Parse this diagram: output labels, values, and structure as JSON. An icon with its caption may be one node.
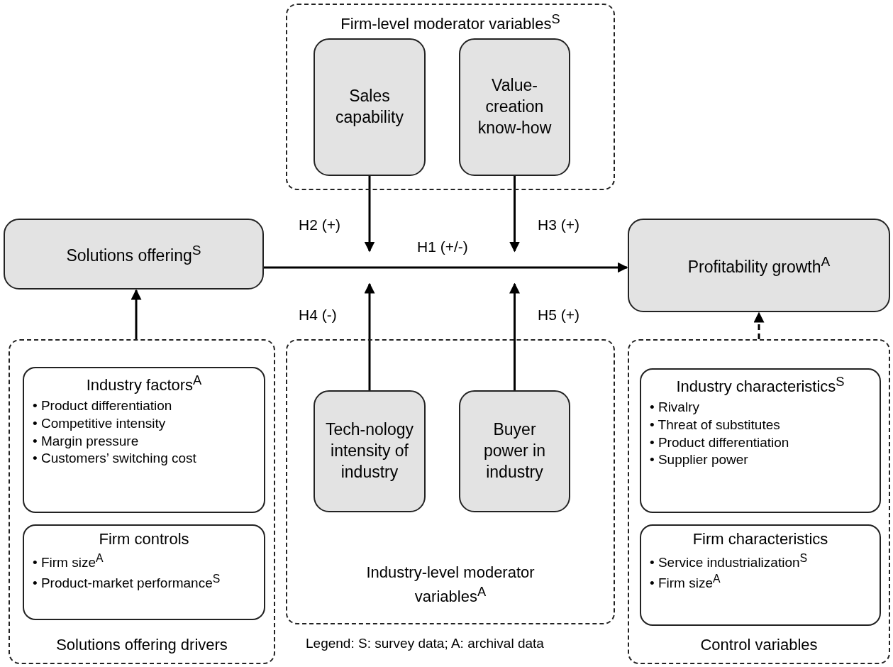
{
  "diagram": {
    "nodes": [
      {
        "text": [
          "Firm-level moderator variables$^{S}$"
        ]
      },
      {
        "text": [
          "Sales capability"
        ],
        "in": 0
      },
      {
        "text": [
          "Value-creation know-how"
        ],
        "in": 0
      },
      {
        "text": [
          "Solutions offering$^{S}$"
        ]
      },
      {
        "text": [
          "Profitability growth$^{A}$"
        ]
      },
      {
        "text": [
          "Solutions offering drivers"
        ]
      },
      {
        "text": [
          "Industry factors$^{A}$",
          "• Product differentiation",
          "• Competitive intensity",
          "• Margin pressure",
          "• Customers’ switching cost"
        ],
        "in": 5
      },
      {
        "text": [
          "Firm controls",
          "• Firm size$^{A}$",
          "• Product-market performance$^{S}$"
        ],
        "in": 5
      },
      {
        "text": [
          "Industry-level moderator variables$^{A}$"
        ]
      },
      {
        "text": [
          "Tech-nology intensity of industry"
        ],
        "in": 8
      },
      {
        "text": [
          "Buyer power in industry"
        ],
        "in": 8
      },
      {
        "text": [
          "Control variables"
        ]
      },
      {
        "text": [
          "Industry characteristics$^{S}$",
          "• Rivalry",
          "• Threat of substitutes",
          "• Product differentiation",
          "• Supplier power"
        ],
        "in": 11
      },
      {
        "text": [
          "Firm characteristics",
          "• Service industrialization$^{S}$",
          "• Firm size$^{A}$"
        ],
        "in": 11
      }
    ],
    "edges": [
      {
        "from": 3,
        "to": 4,
        "arrow": "to",
        "label": "H1 (+/-)"
      },
      {
        "from": 1,
        "to": null,
        "arrow": "to",
        "label": "H2 (+)"
      },
      {
        "from": 2,
        "to": null,
        "arrow": "to",
        "label": "H3 (+)"
      },
      {
        "from": 9,
        "to": null,
        "arrow": "to",
        "label": "H4 (-)"
      },
      {
        "from": 10,
        "to": null,
        "arrow": "to",
        "label": "H5 (+)"
      },
      {
        "from": 5,
        "to": 3,
        "arrow": "to"
      },
      {
        "from": 11,
        "to": 4,
        "arrow": "to",
        "style": "dashed"
      }
    ],
    "labels": [
      "Legend: S: survey data; A: archival data"
    ]
  }
}
